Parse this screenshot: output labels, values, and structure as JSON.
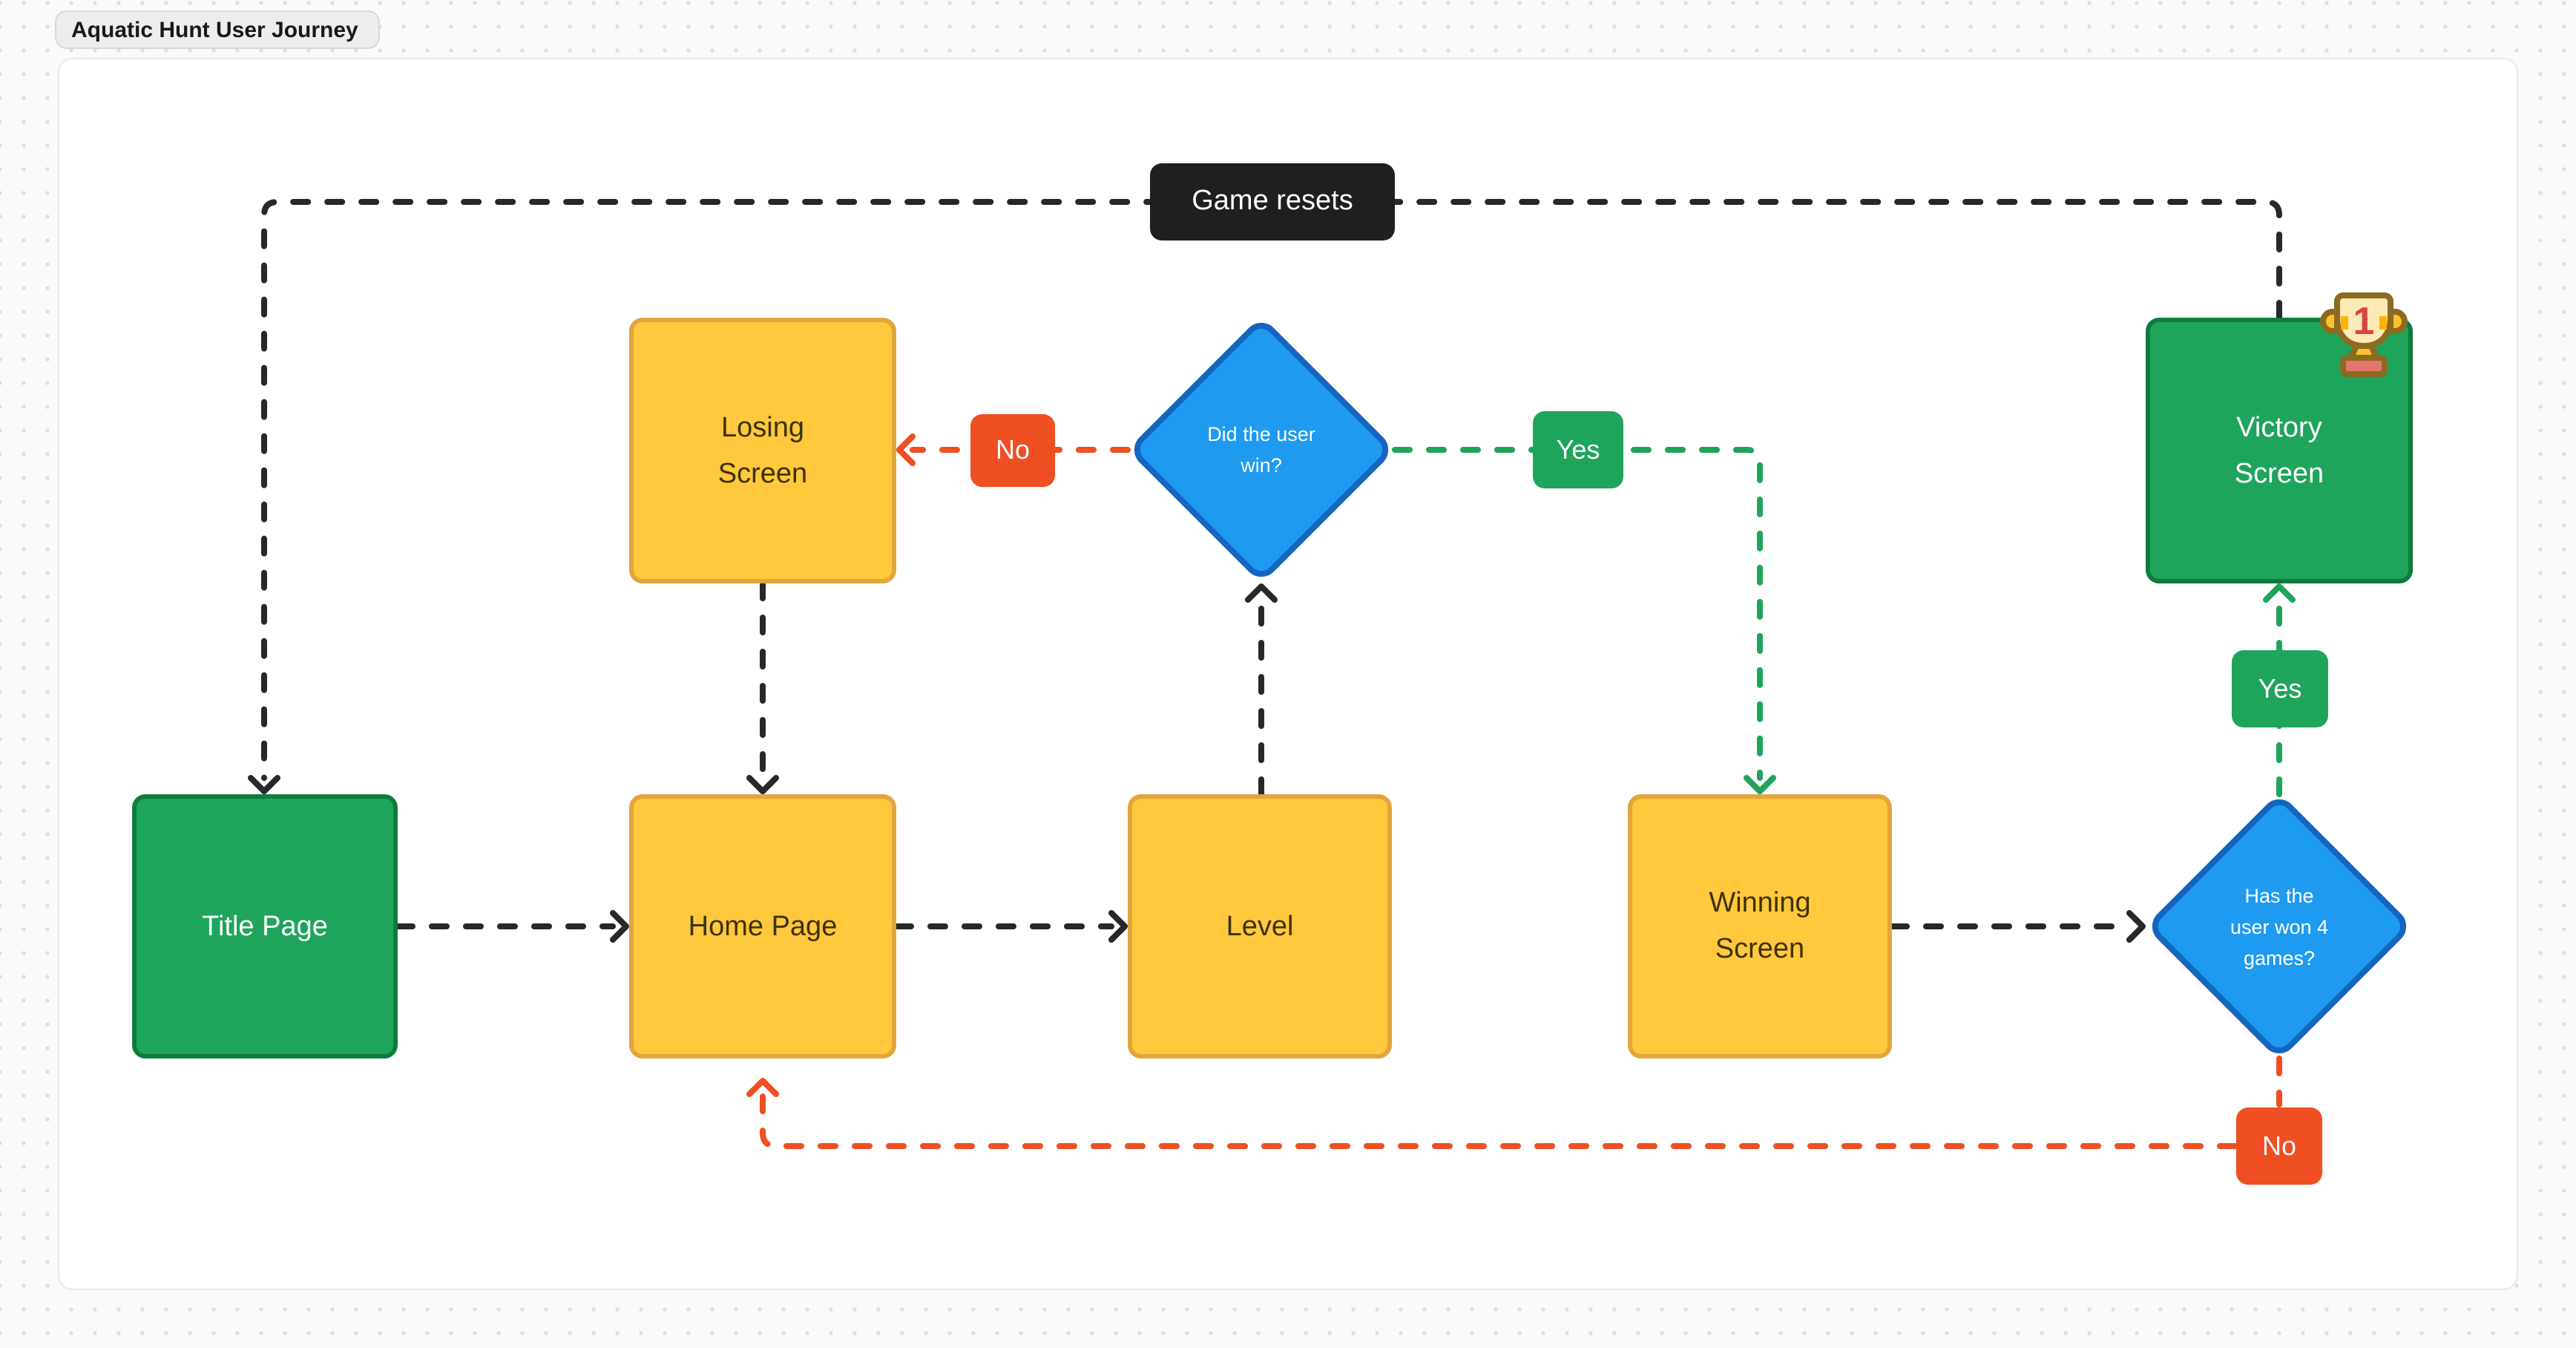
{
  "app": {
    "board_title": "Aquatic Hunt User Journey"
  },
  "flowchart": {
    "nodes": {
      "title_page": {
        "label": "Title Page",
        "shape": "rect",
        "color": "green"
      },
      "home_page": {
        "label": "Home Page",
        "shape": "rect",
        "color": "yellow"
      },
      "level": {
        "label": "Level",
        "shape": "rect",
        "color": "yellow"
      },
      "losing_screen": {
        "label": "Losing Screen",
        "shape": "rect",
        "color": "yellow"
      },
      "winning_screen": {
        "label": "Winning Screen",
        "shape": "rect",
        "color": "yellow"
      },
      "victory_screen": {
        "label": "Victory Screen",
        "shape": "rect",
        "color": "green",
        "badge_icon": "trophy-number-1-icon"
      },
      "did_user_win": {
        "label": "Did the user win?",
        "shape": "diamond",
        "color": "blue"
      },
      "won_4_games": {
        "label": "Has the user won 4 games?",
        "shape": "diamond",
        "color": "blue"
      }
    },
    "edge_labels": {
      "game_resets": "Game resets",
      "did_win_no": "No",
      "did_win_yes": "Yes",
      "won4_yes": "Yes",
      "won4_no": "No"
    },
    "trophy_number": "1",
    "colors": {
      "yellow_fill": "#FFC83D",
      "yellow_border": "#E2A53B",
      "green_fill": "#1FA45C",
      "green_border": "#0E7B3E",
      "blue_fill": "#1E9BF0",
      "blue_border": "#1565C0",
      "edge_black": "#26282B",
      "edge_red": "#F04E23",
      "edge_green": "#1FA45C",
      "dark_label_bg": "#1E1F21"
    }
  }
}
